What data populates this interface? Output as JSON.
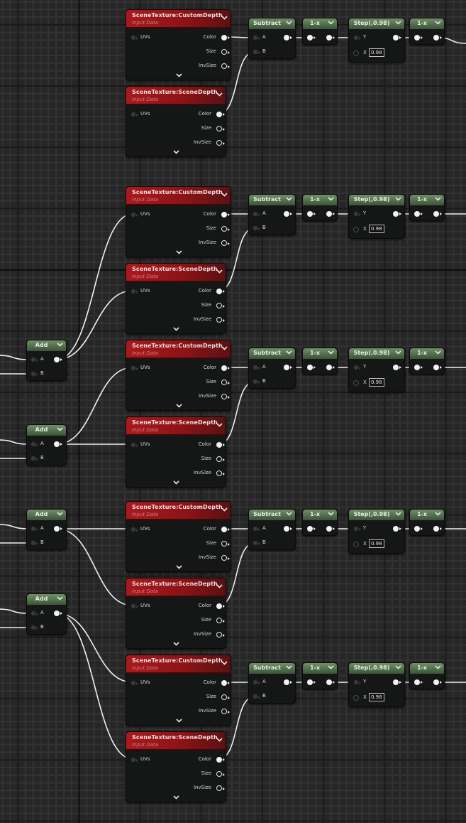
{
  "canvas": {
    "background_color": "#262626",
    "minor_grid_color": "#333333",
    "major_grid_color": "#1a1a1a",
    "wire_color": "#f0f0f0"
  },
  "texture_nodes": [
    {
      "title": "SceneTexture:CustomDepth",
      "subtitle": "Input Data",
      "inputs": [
        "UVs"
      ],
      "outputs": [
        "Color",
        "Size",
        "InvSize"
      ]
    },
    {
      "title": "SceneTexture:SceneDepth",
      "subtitle": "Input Data",
      "inputs": [
        "UVs"
      ],
      "outputs": [
        "Color",
        "Size",
        "InvSize"
      ]
    },
    {
      "title": "SceneTexture:CustomDepth",
      "subtitle": "Input Data",
      "inputs": [
        "UVs"
      ],
      "outputs": [
        "Color",
        "Size",
        "InvSize"
      ]
    },
    {
      "title": "SceneTexture:SceneDepth",
      "subtitle": "Input Data",
      "inputs": [
        "UVs"
      ],
      "outputs": [
        "Color",
        "Size",
        "InvSize"
      ]
    },
    {
      "title": "SceneTexture:CustomDepth",
      "subtitle": "Input Data",
      "inputs": [
        "UVs"
      ],
      "outputs": [
        "Color",
        "Size",
        "InvSize"
      ]
    },
    {
      "title": "SceneTexture:SceneDepth",
      "subtitle": "Input Data",
      "inputs": [
        "UVs"
      ],
      "outputs": [
        "Color",
        "Size",
        "InvSize"
      ]
    },
    {
      "title": "SceneTexture:CustomDepth",
      "subtitle": "Input Data",
      "inputs": [
        "UVs"
      ],
      "outputs": [
        "Color",
        "Size",
        "InvSize"
      ]
    },
    {
      "title": "SceneTexture:SceneDepth",
      "subtitle": "Input Data",
      "inputs": [
        "UVs"
      ],
      "outputs": [
        "Color",
        "Size",
        "InvSize"
      ]
    },
    {
      "title": "SceneTexture:CustomDepth",
      "subtitle": "Input Data",
      "inputs": [
        "UVs"
      ],
      "outputs": [
        "Color",
        "Size",
        "InvSize"
      ]
    },
    {
      "title": "SceneTexture:SceneDepth",
      "subtitle": "Input Data",
      "inputs": [
        "UVs"
      ],
      "outputs": [
        "Color",
        "Size",
        "InvSize"
      ]
    }
  ],
  "chains": [
    {
      "subtract": {
        "title": "Subtract",
        "inputs": [
          "A",
          "B"
        ]
      },
      "one_minus_a": {
        "title": "1-x"
      },
      "step": {
        "title": "Step(,0.98)",
        "inputs": [
          "Y",
          "X"
        ],
        "x_value": "0.98"
      },
      "one_minus_b": {
        "title": "1-x"
      }
    },
    {
      "subtract": {
        "title": "Subtract",
        "inputs": [
          "A",
          "B"
        ]
      },
      "one_minus_a": {
        "title": "1-x"
      },
      "step": {
        "title": "Step(,0.98)",
        "inputs": [
          "Y",
          "X"
        ],
        "x_value": "0.98"
      },
      "one_minus_b": {
        "title": "1-x"
      }
    },
    {
      "subtract": {
        "title": "Subtract",
        "inputs": [
          "A",
          "B"
        ]
      },
      "one_minus_a": {
        "title": "1-x"
      },
      "step": {
        "title": "Step(,0.98)",
        "inputs": [
          "Y",
          "X"
        ],
        "x_value": "0.98"
      },
      "one_minus_b": {
        "title": "1-x"
      }
    },
    {
      "subtract": {
        "title": "Subtract",
        "inputs": [
          "A",
          "B"
        ]
      },
      "one_minus_a": {
        "title": "1-x"
      },
      "step": {
        "title": "Step(,0.98)",
        "inputs": [
          "Y",
          "X"
        ],
        "x_value": "0.98"
      },
      "one_minus_b": {
        "title": "1-x"
      }
    },
    {
      "subtract": {
        "title": "Subtract",
        "inputs": [
          "A",
          "B"
        ]
      },
      "one_minus_a": {
        "title": "1-x"
      },
      "step": {
        "title": "Step(,0.98)",
        "inputs": [
          "Y",
          "X"
        ],
        "x_value": "0.98"
      },
      "one_minus_b": {
        "title": "1-x"
      }
    }
  ],
  "add_nodes": [
    {
      "title": "Add",
      "inputs": [
        "A",
        "B"
      ]
    },
    {
      "title": "Add",
      "inputs": [
        "A",
        "B"
      ]
    },
    {
      "title": "Add",
      "inputs": [
        "A",
        "B"
      ]
    },
    {
      "title": "Add",
      "inputs": [
        "A",
        "B"
      ]
    }
  ]
}
